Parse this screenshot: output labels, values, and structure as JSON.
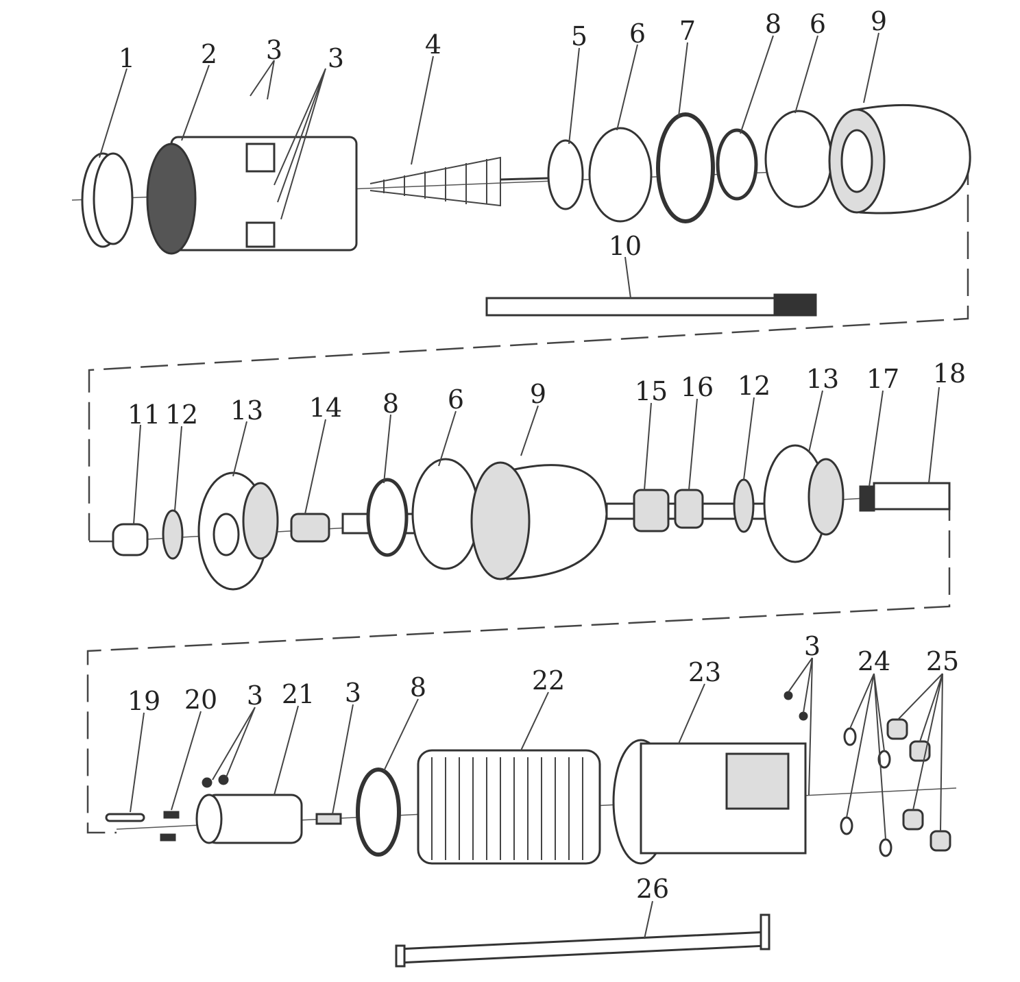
{
  "diagram": {
    "type": "exploded-parts-view",
    "row1": {
      "labels": [
        "1",
        "2",
        "3",
        "3",
        "4",
        "5",
        "6",
        "7",
        "8",
        "6",
        "9",
        "10"
      ]
    },
    "row2": {
      "labels": [
        "11",
        "12",
        "13",
        "14",
        "8",
        "6",
        "9",
        "15",
        "16",
        "12",
        "13",
        "17",
        "18"
      ]
    },
    "row3": {
      "labels": [
        "19",
        "20",
        "3",
        "21",
        "3",
        "8",
        "22",
        "23",
        "3",
        "24",
        "25",
        "26"
      ]
    }
  }
}
